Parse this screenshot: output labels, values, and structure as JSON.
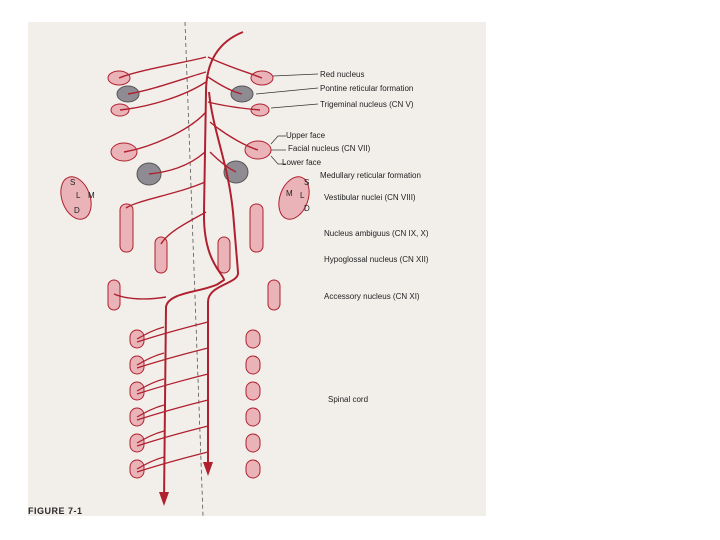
{
  "figure": {
    "caption": "FIGURE 7-1",
    "labels": {
      "red_nucleus": "Red nucleus",
      "pontine_reticular": "Pontine reticular formation",
      "trigeminal": "Trigeminal nucleus (CN V)",
      "upper_face": "Upper face",
      "facial": "Facial nucleus (CN VII)",
      "lower_face": "Lower face",
      "medullary_reticular": "Medullary reticular formation",
      "vestibular": "Vestibular nuclei (CN VIII)",
      "ambiguus": "Nucleus ambiguus (CN IX, X)",
      "hypoglossal": "Hypoglossal nucleus (CN XII)",
      "accessory": "Accessory nucleus (CN XI)",
      "spinal_cord": "Spinal cord"
    },
    "vestibular_letters_left": {
      "s": "S",
      "l": "L",
      "m": "M",
      "d": "D"
    },
    "vestibular_letters_right": {
      "s": "S",
      "m": "M",
      "l": "L",
      "d": "D"
    },
    "colors": {
      "tract": "#b0202e",
      "nucleus_fill": "#e9b3b8",
      "nucleus_stroke": "#b0202e",
      "reticular_fill": "#8e8c92",
      "background": "#f2efeb"
    }
  }
}
